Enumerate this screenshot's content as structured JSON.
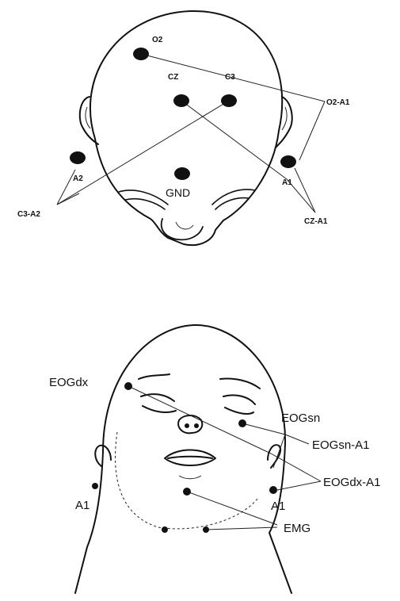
{
  "top_diagram": {
    "electrodes": {
      "o2": "O2",
      "cz": "CZ",
      "c3": "C3",
      "a2": "A2",
      "a1": "A1",
      "gnd": "GND"
    },
    "derivations": {
      "o2_a1": "O2-A1",
      "c3_a2": "C3-A2",
      "cz_a1": "CZ-A1"
    }
  },
  "bottom_diagram": {
    "labels": {
      "eog_dx": "EOGdx",
      "eog_sn": "EOGsn",
      "eog_sn_a1": "EOGsn-A1",
      "eog_dx_a1": "EOGdx-A1",
      "a1_left": "A1",
      "a1_right": "A1",
      "emg": "EMG"
    }
  },
  "colors": {
    "ink": "#111111",
    "background": "#ffffff"
  }
}
